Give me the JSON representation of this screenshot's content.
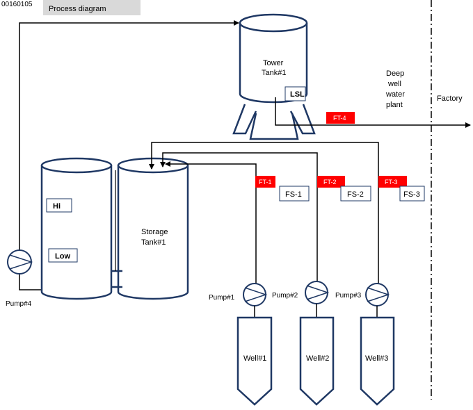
{
  "doc_id": "00160105",
  "title": "Process diagram",
  "tower_tank": {
    "line1": "Tower",
    "line2": "Tank#1",
    "sensor": "LSL"
  },
  "plant_label": [
    "Deep",
    "well",
    "water",
    "plant"
  ],
  "factory_label": "Factory",
  "flow_transmitters": {
    "ft1": "FT-1",
    "ft2": "FT-2",
    "ft3": "FT-3",
    "ft4": "FT-4"
  },
  "flow_switches": {
    "fs1": "FS-1",
    "fs2": "FS-2",
    "fs3": "FS-3"
  },
  "storage_tank": {
    "line1": "Storage",
    "line2": "Tank#1"
  },
  "level_switches": {
    "hi": "Hi",
    "low": "Low"
  },
  "pumps": {
    "p1": "Pump#1",
    "p2": "Pump#2",
    "p3": "Pump#3",
    "p4": "Pump#4"
  },
  "wells": {
    "w1": "Well#1",
    "w2": "Well#2",
    "w3": "Well#3"
  },
  "colors": {
    "flow_tag": "#ff0000",
    "line": "#000000",
    "tank_outline": "#1f3864",
    "title_bg": "#d9d9d9"
  }
}
